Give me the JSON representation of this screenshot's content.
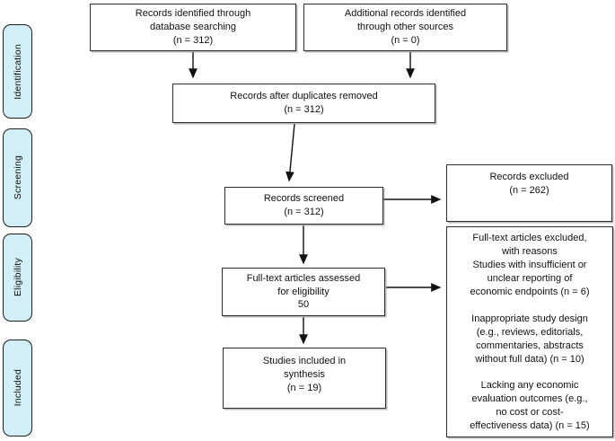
{
  "colors": {
    "stage_fill": "#d2eff7",
    "box_border": "#2e2e2e",
    "background": "#ffffff",
    "arrow": "#111111"
  },
  "sidebar": {
    "items": [
      {
        "label": "Identification"
      },
      {
        "label": "Screening"
      },
      {
        "label": "Eligibility"
      },
      {
        "label": "Included"
      }
    ]
  },
  "flow": {
    "records_identified_db": {
      "text": "Records identified through\ndatabase searching\n(n = 312)"
    },
    "records_other_sources": {
      "text": "Additional records identified\nthrough other sources\n(n = 0)"
    },
    "records_after_duplicates": {
      "text": "Records after duplicates removed\n(n = 312)"
    },
    "records_screened": {
      "text": "Records screened\n(n = 312)"
    },
    "records_excluded": {
      "text": "Records excluded\n(n = 262)"
    },
    "fulltext_assessed": {
      "text": "Full-text articles assessed\nfor eligibility\n50"
    },
    "fulltext_excluded": {
      "text": "Full-text articles excluded,\nwith reasons\nStudies with insufficient or\nunclear reporting of\neconomic endpoints (n = 6)\n\nInappropriate study design\n(e.g., reviews, editorials,\ncommentaries, abstracts\nwithout full data) (n = 10)\n\nLacking any economic\nevaluation outcomes (e.g.,\nno cost or cost-\neffectiveness data) (n = 15)"
    },
    "studies_included": {
      "text": "Studies included in\nsynthesis\n(n = 19)"
    }
  }
}
